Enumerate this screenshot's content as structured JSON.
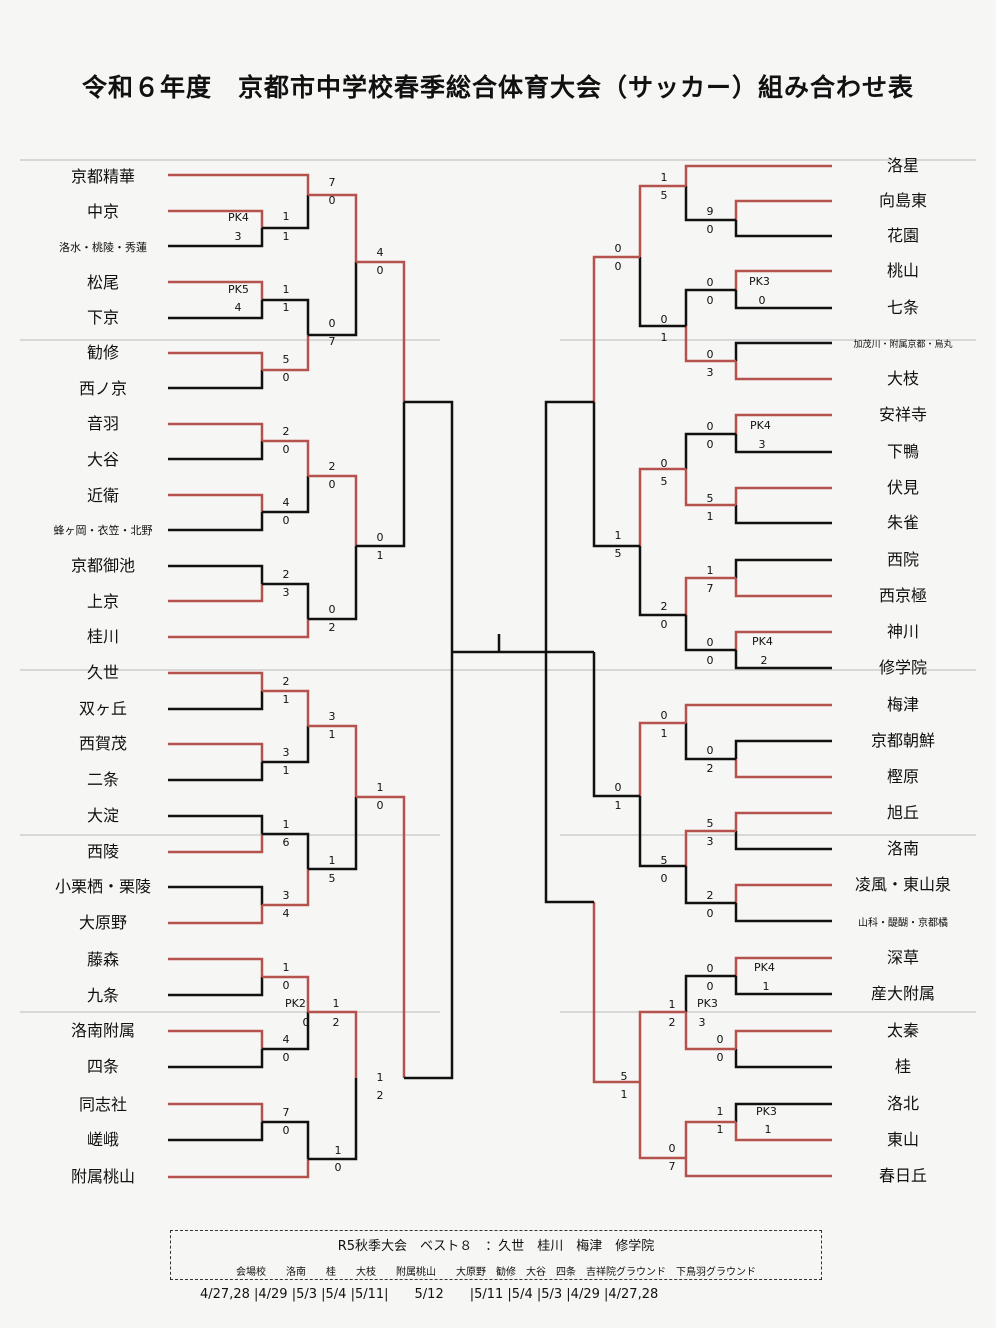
{
  "title": "令和６年度　京都市中学校春季総合体育大会（サッカー）組み合わせ表",
  "left_teams": [
    "京都精華",
    "中京",
    "洛水・桃陵・秀蓮",
    "松尾",
    "下京",
    "勧修",
    "西ノ京",
    "音羽",
    "大谷",
    "近衛",
    "蜂ヶ岡・衣笠・北野",
    "京都御池",
    "上京",
    "桂川",
    "久世",
    "双ヶ丘",
    "西賀茂",
    "二条",
    "大淀",
    "西陵",
    "小栗栖・栗陵",
    "大原野",
    "藤森",
    "九条",
    "洛南附属",
    "四条",
    "同志社",
    "嵯峨",
    "附属桃山"
  ],
  "right_teams": [
    "洛星",
    "向島東",
    "花園",
    "桃山",
    "七条",
    "加茂川・附属京都・烏丸",
    "大枝",
    "安祥寺",
    "下鴨",
    "伏見",
    "朱雀",
    "西院",
    "西京極",
    "神川",
    "修学院",
    "梅津",
    "京都朝鮮",
    "樫原",
    "旭丘",
    "洛南",
    "凌風・東山泉",
    "山科・醍醐・京都橘",
    "深草",
    "産大附属",
    "太秦",
    "桂",
    "洛北",
    "東山",
    "春日丘"
  ],
  "scores": [
    "7",
    "0",
    "1",
    "1",
    "3",
    "1",
    "1",
    "4",
    "0",
    "7",
    "5",
    "0",
    "4",
    "0",
    "2",
    "0",
    "2",
    "0",
    "4",
    "0",
    "0",
    "1",
    "2",
    "3",
    "0",
    "2",
    "2",
    "1",
    "3",
    "1",
    "3",
    "1",
    "1",
    "0",
    "1",
    "6",
    "1",
    "5",
    "3",
    "4",
    "1",
    "0",
    "0",
    "1",
    "4",
    "0",
    "2",
    "1",
    "7",
    "0",
    "1",
    "0",
    "2",
    "1",
    "5",
    "0",
    "9",
    "0",
    "0",
    "0",
    "0",
    "0",
    "1",
    "0",
    "3",
    "0",
    "0",
    "0",
    "0",
    "3",
    "0",
    "5",
    "5",
    "1",
    "1",
    "5",
    "1",
    "7",
    "0",
    "2",
    "0",
    "0",
    "1",
    "0",
    "2",
    "0",
    "1",
    "0",
    "2",
    "5",
    "3",
    "5",
    "0",
    "2",
    "0",
    "0",
    "0",
    "3",
    "1",
    "1",
    "2",
    "3",
    "0",
    "0",
    "5",
    "1",
    "1",
    "1",
    "1",
    "0",
    "7"
  ],
  "pk_labels": [
    "PK4",
    "PK5",
    "PK2",
    "PK3",
    "PK4",
    "PK4",
    "PK4",
    "PK3",
    "PK3"
  ],
  "best8": "R5秋季大会　ベスト８　：久世　桂川　梅津　修学院",
  "venues": "会場校　　洛南　　桂　　大枝　　附属桃山　　大原野　勧修　大谷　四条　吉祥院グラウンド　下鳥羽グラウンド",
  "dates": "4/27,28 |4/29 |5/3 |5/4 |5/11|　　5/12　　|5/11 |5/4 |5/3 |4/29 |4/27,28",
  "colors": {
    "win_line": "#b5524e",
    "line": "#111111"
  }
}
